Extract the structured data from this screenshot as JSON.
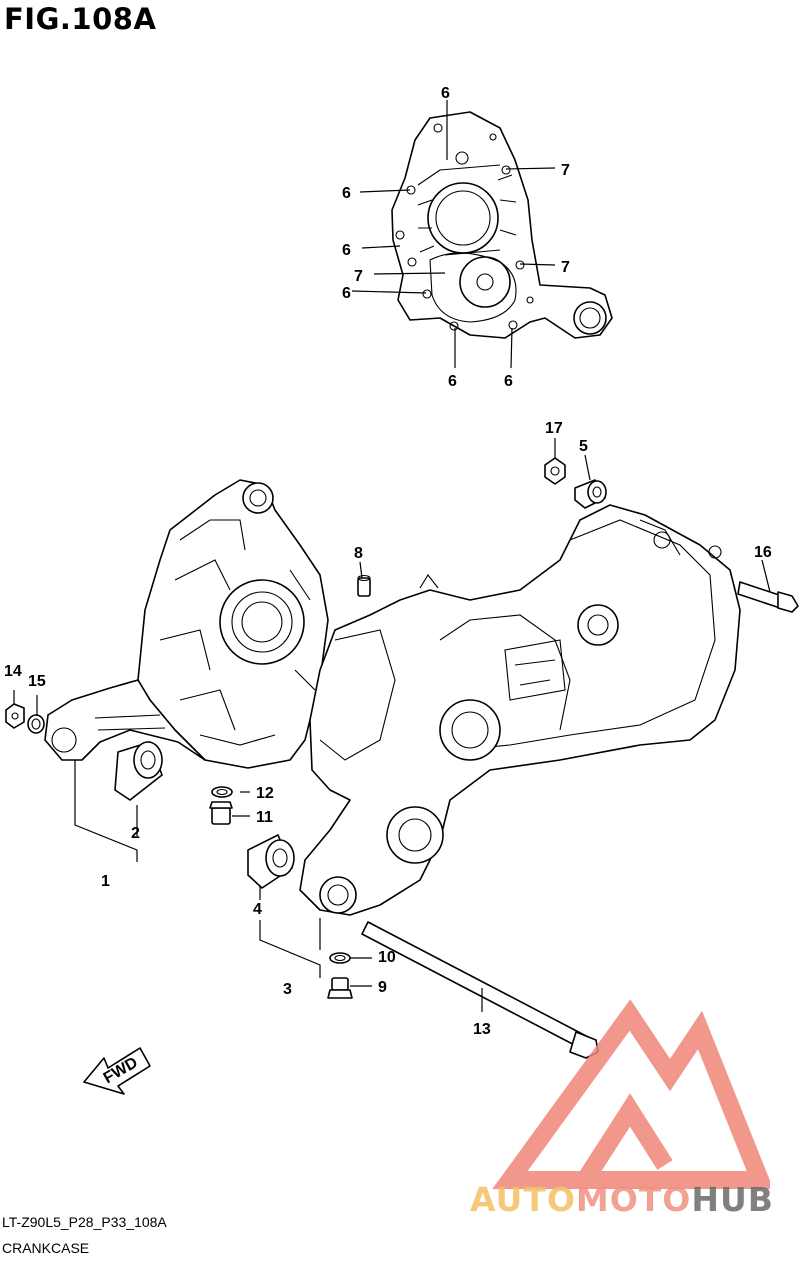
{
  "figure": {
    "title": "FIG.108A",
    "code": "LT-Z90L5_P28_P33_108A",
    "name": "CRANKCASE"
  },
  "callouts": {
    "c1": "1",
    "c2": "2",
    "c3": "3",
    "c4": "4",
    "c5": "5",
    "c6a": "6",
    "c6b": "6",
    "c6c": "6",
    "c6d": "6",
    "c6e": "6",
    "c6f": "6",
    "c7a": "7",
    "c7b": "7",
    "c7c": "7",
    "c8": "8",
    "c9": "9",
    "c10": "10",
    "c11": "11",
    "c12": "12",
    "c13": "13",
    "c14": "14",
    "c15": "15",
    "c16": "16",
    "c17": "17"
  },
  "arrow_label": "FWD",
  "watermark": {
    "part_a": "AUTO",
    "part_b": "MOTO",
    "part_c": "HUB",
    "color_a": "#f5c063",
    "color_b": "#f29180",
    "color_c": "#6b6b6b",
    "logo_color": "#ef8578"
  }
}
